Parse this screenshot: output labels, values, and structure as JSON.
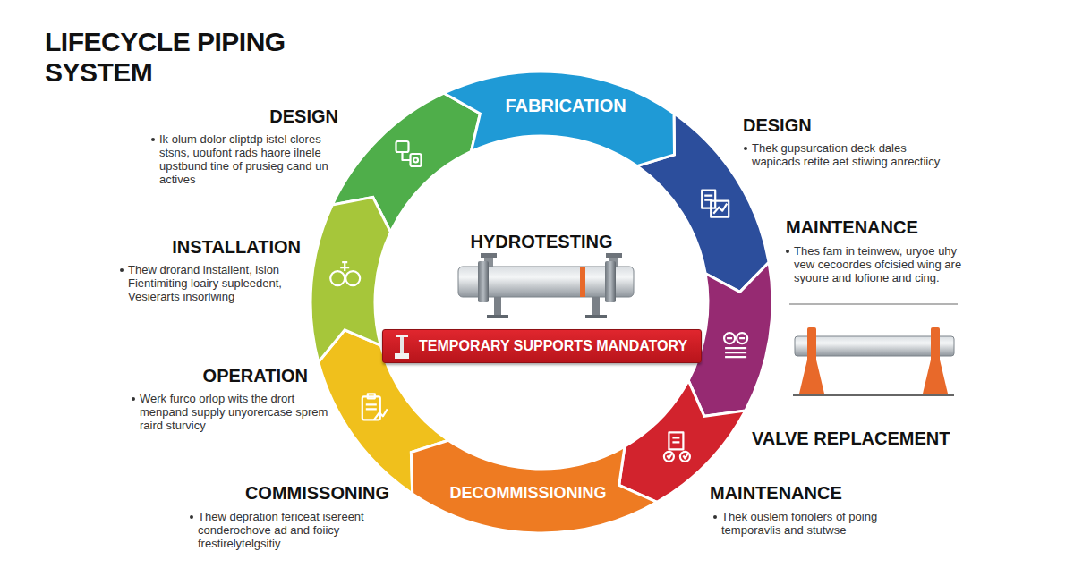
{
  "diagram": {
    "title": "LIFECYCLE PIPING SYSTEM",
    "nodes": [
      {
        "text": [
          "FABRICATION"
        ]
      },
      {
        "text": [
          "DECOMMISSIONING"
        ]
      },
      {
        "text": [
          "TEMPORARY SUPPORTS MANDATORY"
        ]
      }
    ],
    "labels": [
      "DESIGN",
      "Ik olum dolor cliptdp istel clores stsns, uoufont rads haore ilnele upstbund tine of prusieg cand un actives",
      "INSTALLATION",
      "Thew drorand installent, ision Fientimiting loairy supleedent, Vesierarts insorlwing",
      "OPERATION",
      "Werk furco orlop wits the drort menpand supply unyorercase sprem raird sturvicy",
      "COMMISSONING",
      "Thew depration fericeat isereent conderochove ad and foiicy frestirelytelgsitiy",
      "HYDROTESTING",
      "DESIGN",
      "Thek gupsurcation deck dales wapicads retite aet stiwing anrectiicy",
      "MAINTENANCE",
      "Thes fam in teinwew, uryoe uhy vew cecoordes ofcisied wing are syoure and lofione and cing.",
      "VALVE REPLACEMENT",
      "MAINTENANCE",
      "Thek ouslem foriolers of poing temporavlis and stutwse"
    ]
  }
}
